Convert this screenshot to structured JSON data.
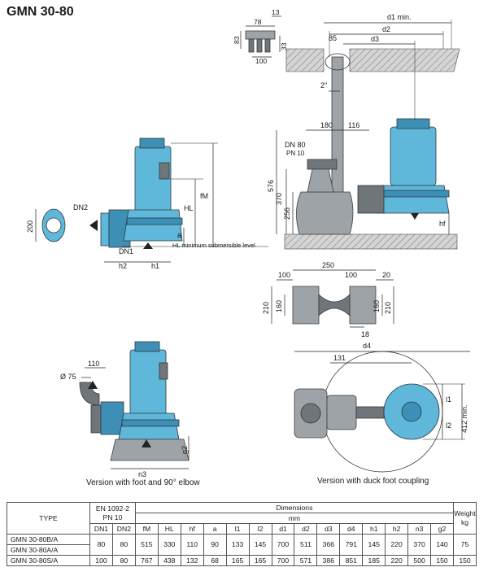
{
  "title": "GMN 30-80",
  "captions": {
    "foot_elbow": "Version with foot and 90° elbow",
    "duck_foot": "Version with duck foot coupling"
  },
  "labels": {
    "d1min": "d1 min.",
    "d2": "d2",
    "d3": "d3",
    "n85": "85",
    "n78": "78",
    "n13": "13",
    "n83": "83",
    "n33": "33",
    "n100a": "100",
    "inch2": "2\"",
    "n180": "180",
    "n116": "116",
    "dn80": "DN 80",
    "pn10": "PN 10",
    "n370": "370",
    "n256": "256",
    "n576": "576",
    "hf_r": "hf",
    "fM": "fM",
    "HL": "HL",
    "a": "a",
    "HLmin": "HL minimum submersible level",
    "DN2": "DN2",
    "DN1": "DN1",
    "h2": "h2",
    "h1": "h1",
    "n200": "200",
    "n250": "250",
    "n100b": "100",
    "n100c": "100",
    "n20": "20",
    "n210a": "210",
    "n160a": "160",
    "n160b": "160",
    "n210b": "210",
    "n18": "18",
    "n110": "110",
    "d75": "Ø 75",
    "g2": "g2",
    "n3": "n3",
    "d4": "d4",
    "n131": "131",
    "l1": "l1",
    "l2": "l2",
    "n412": "412 min."
  },
  "table": {
    "type_header": "TYPE",
    "en_header_line1": "EN 1092-2",
    "en_header_line2": "PN 10",
    "dim_header_line1": "Dimensions",
    "dim_header_line2": "mm",
    "weight_header_line1": "Weight",
    "weight_header_line2": "kg",
    "columns": [
      "DN1",
      "DN2",
      "fM",
      "HL",
      "hf",
      "a",
      "l1",
      "l2",
      "d1",
      "d2",
      "d3",
      "d4",
      "h1",
      "h2",
      "n3",
      "g2"
    ],
    "rows": [
      {
        "type_a": "GMN 30-80B/A",
        "type_b": "GMN 30-80A/A",
        "values": [
          "80",
          "80",
          "515",
          "330",
          "110",
          "90",
          "133",
          "145",
          "700",
          "511",
          "366",
          "791",
          "145",
          "220",
          "370",
          "140"
        ],
        "weight": "75"
      },
      {
        "type": "GMN 30-80S/A",
        "values": [
          "100",
          "80",
          "767",
          "438",
          "132",
          "68",
          "165",
          "165",
          "700",
          "571",
          "386",
          "851",
          "185",
          "220",
          "500",
          "150"
        ],
        "weight": "150"
      }
    ]
  }
}
